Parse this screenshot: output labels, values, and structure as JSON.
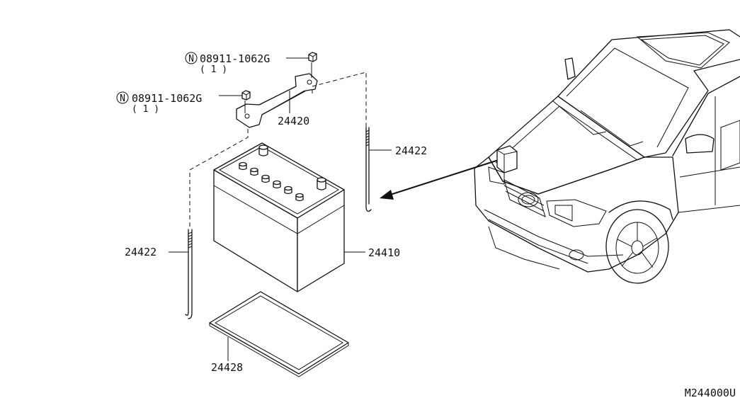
{
  "diagram_id": "M244000U",
  "fasteners": [
    {
      "code_symbol": "N",
      "part_number": "08911-1062G",
      "quantity": "( 1 )"
    },
    {
      "code_symbol": "N",
      "part_number": "08911-1062G",
      "quantity": "( 1 )"
    }
  ],
  "parts": [
    {
      "number": "24420"
    },
    {
      "number": "24422"
    },
    {
      "number": "24422"
    },
    {
      "number": "24410"
    },
    {
      "number": "24428"
    }
  ]
}
